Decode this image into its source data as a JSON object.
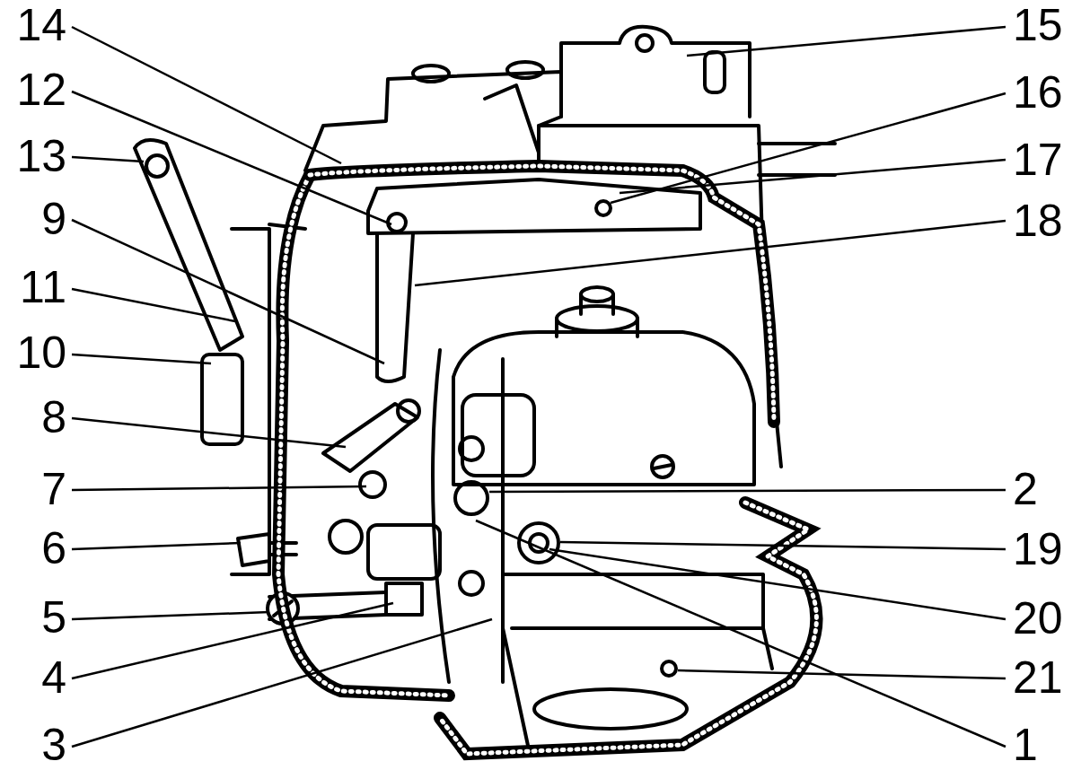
{
  "diagram": {
    "labels": [
      "14",
      "15",
      "12",
      "16",
      "13",
      "17",
      "9",
      "18",
      "11",
      "10",
      "8",
      "7",
      "2",
      "6",
      "19",
      "5",
      "20",
      "4",
      "21",
      "3",
      "1"
    ]
  }
}
